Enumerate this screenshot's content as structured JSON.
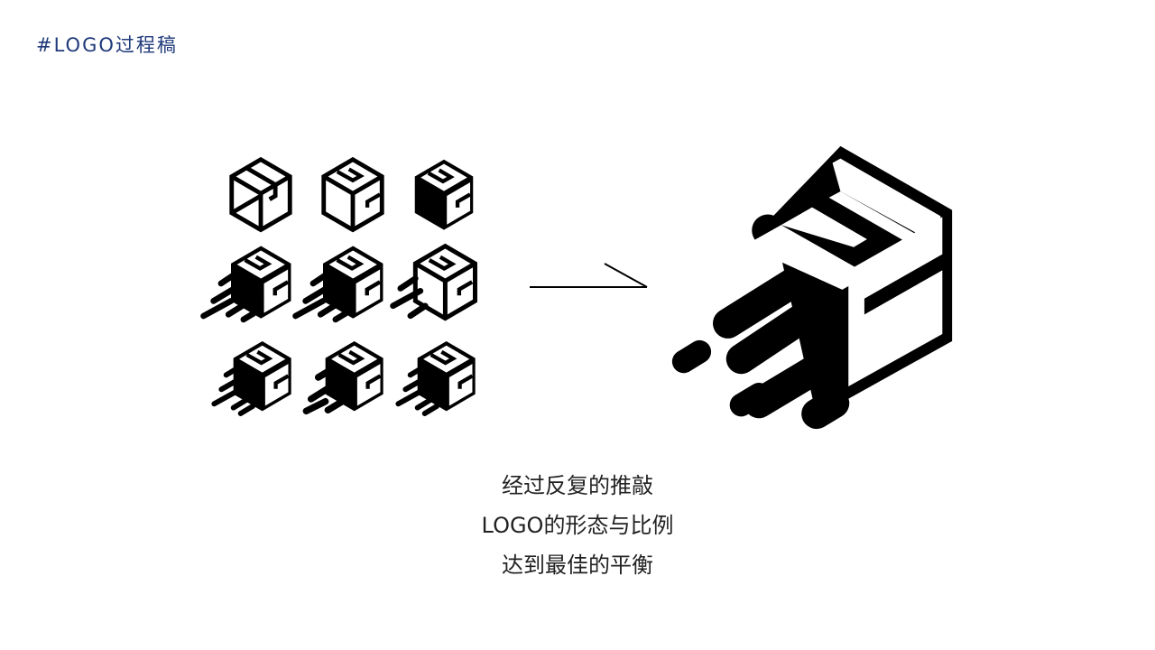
{
  "header": {
    "title": "#LOGO过程稿"
  },
  "sketches": [
    {
      "id": "v1",
      "style": "outline-box"
    },
    {
      "id": "v2",
      "style": "outline-sc"
    },
    {
      "id": "v3",
      "style": "left-filled-sc"
    },
    {
      "id": "v4",
      "style": "speed-lines-a"
    },
    {
      "id": "v5",
      "style": "speed-lines-b"
    },
    {
      "id": "v6",
      "style": "speed-lines-c"
    },
    {
      "id": "v7",
      "style": "speed-lines-d"
    },
    {
      "id": "v8",
      "style": "speed-lines-e"
    },
    {
      "id": "v9",
      "style": "speed-lines-f"
    }
  ],
  "arrow": {
    "direction": "right"
  },
  "final_logo": {
    "style": "speed-lines-final"
  },
  "caption": {
    "line1": "经过反复的推敲",
    "line2": "LOGO的形态与比例",
    "line3": "达到最佳的平衡"
  },
  "colors": {
    "title": "#1f3a7a",
    "ink": "#000000",
    "text": "#222222"
  }
}
